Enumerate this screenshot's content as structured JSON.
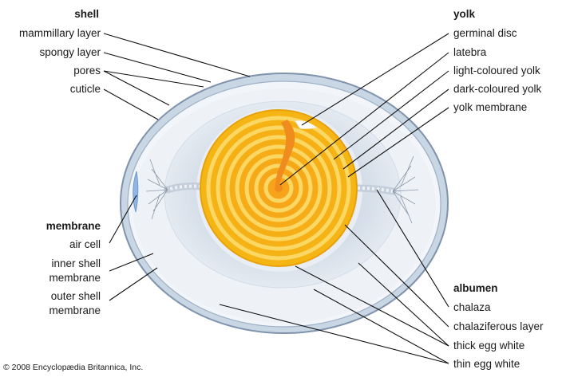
{
  "sections": {
    "shell": "shell",
    "membrane": "membrane",
    "yolk": "yolk",
    "albumen": "albumen"
  },
  "labels": {
    "mammillary_layer": "mammillary layer",
    "spongy_layer": "spongy layer",
    "pores": "pores",
    "cuticle": "cuticle",
    "air_cell": "air cell",
    "inner_shell_membrane_1": "inner shell",
    "inner_shell_membrane_2": "membrane",
    "outer_shell_membrane_1": "outer shell",
    "outer_shell_membrane_2": "membrane",
    "germinal_disc": "germinal disc",
    "latebra": "latebra",
    "light_coloured_yolk": "light-coloured yolk",
    "dark_coloured_yolk": "dark-coloured yolk",
    "yolk_membrane": "yolk membrane",
    "chalaza": "chalaza",
    "chalaziferous_layer": "chalaziferous layer",
    "thick_egg_white": "thick egg white",
    "thin_egg_white": "thin egg white"
  },
  "copyright": "© 2008 Encyclopædia Britannica, Inc.",
  "colors": {
    "shell": "#c9d6e4",
    "shell_edge": "#7f93ad",
    "thin_albumen": "#e9eef4",
    "thick_albumen": "#dbe3ec",
    "yolk_outer": "#f5b614",
    "yolk_light": "#fbd764",
    "yolk_dark": "#f2a81a",
    "latebra": "#f08c1e",
    "air_cell": "#8fb7e6",
    "leader": "#111111"
  }
}
